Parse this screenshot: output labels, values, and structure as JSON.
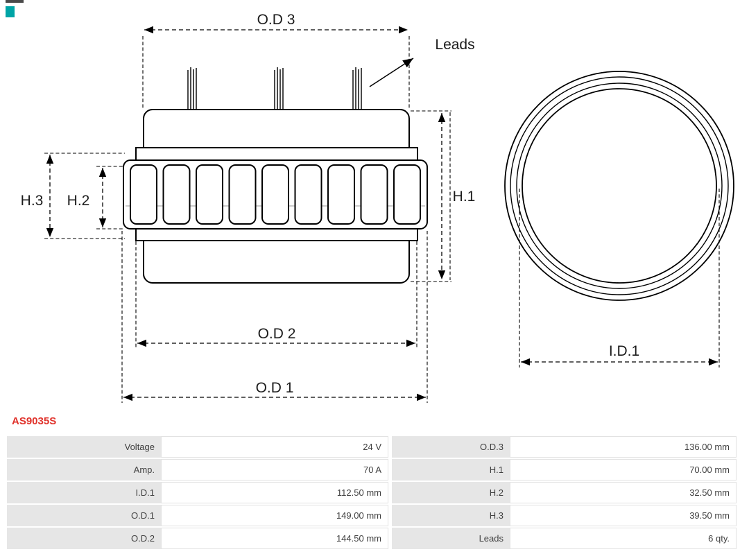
{
  "colors": {
    "brand_teal": "#00a4a6",
    "part_number_red": "#e0312a",
    "table_label_bg": "#e6e6e6",
    "diagram_line": "#000000"
  },
  "part_number": "AS9035S",
  "diagram": {
    "labels": {
      "od3": "O.D 3",
      "leads": "Leads",
      "h1": "H.1",
      "h2": "H.2",
      "h3": "H.3",
      "od2": "O.D 2",
      "od1": "O.D 1",
      "id1": "I.D.1"
    }
  },
  "spec_table": {
    "left": [
      {
        "label": "Voltage",
        "value": "24 V"
      },
      {
        "label": "Amp.",
        "value": "70 A"
      },
      {
        "label": "I.D.1",
        "value": "112.50 mm"
      },
      {
        "label": "O.D.1",
        "value": "149.00 mm"
      },
      {
        "label": "O.D.2",
        "value": "144.50 mm"
      }
    ],
    "right": [
      {
        "label": "O.D.3",
        "value": "136.00 mm"
      },
      {
        "label": "H.1",
        "value": "70.00 mm"
      },
      {
        "label": "H.2",
        "value": "32.50 mm"
      },
      {
        "label": "H.3",
        "value": "39.50 mm"
      },
      {
        "label": "Leads",
        "value": "6 qty."
      }
    ]
  }
}
